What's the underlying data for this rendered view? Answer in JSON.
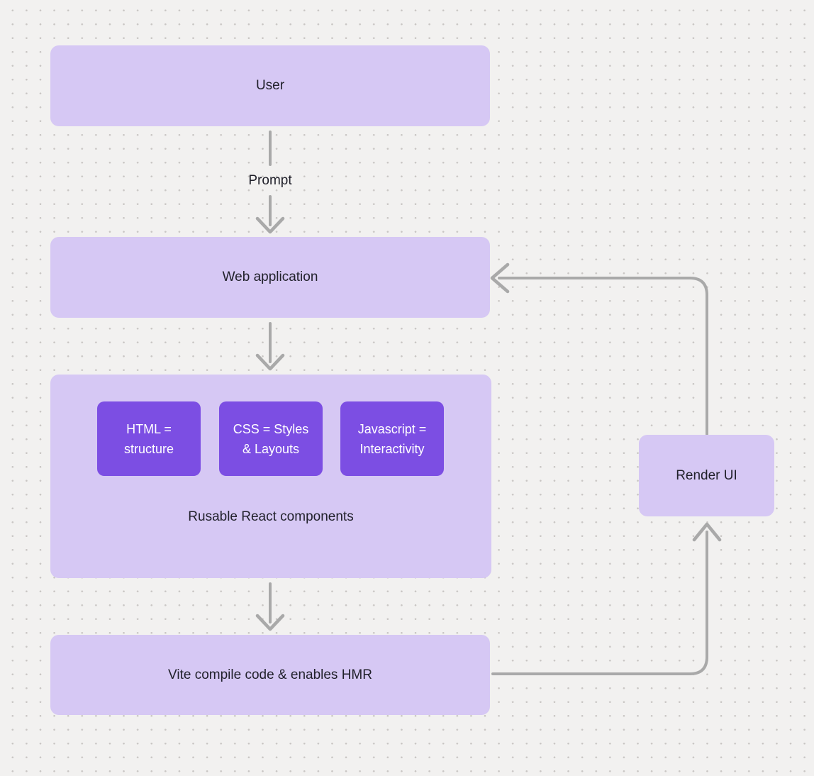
{
  "diagram": {
    "nodes": {
      "user": {
        "label": "User"
      },
      "web_application": {
        "label": "Web application"
      },
      "components": {
        "caption": "Rusable React components",
        "chips": [
          {
            "label": "HTML = structure"
          },
          {
            "label": "CSS = Styles & Layouts"
          },
          {
            "label": "Javascript = Interactivity"
          }
        ]
      },
      "vite": {
        "label": "Vite compile code & enables HMR"
      },
      "render_ui": {
        "label": "Render UI"
      }
    },
    "edges": {
      "prompt_label": "Prompt"
    },
    "colors": {
      "background": "#f2f1f0",
      "dot": "#c9c6c4",
      "node_fill": "#d6c8f4",
      "chip_fill": "#7c4ee3",
      "chip_text": "#ffffff",
      "label_text": "#21212b",
      "arrow": "#a9a9a9"
    }
  }
}
